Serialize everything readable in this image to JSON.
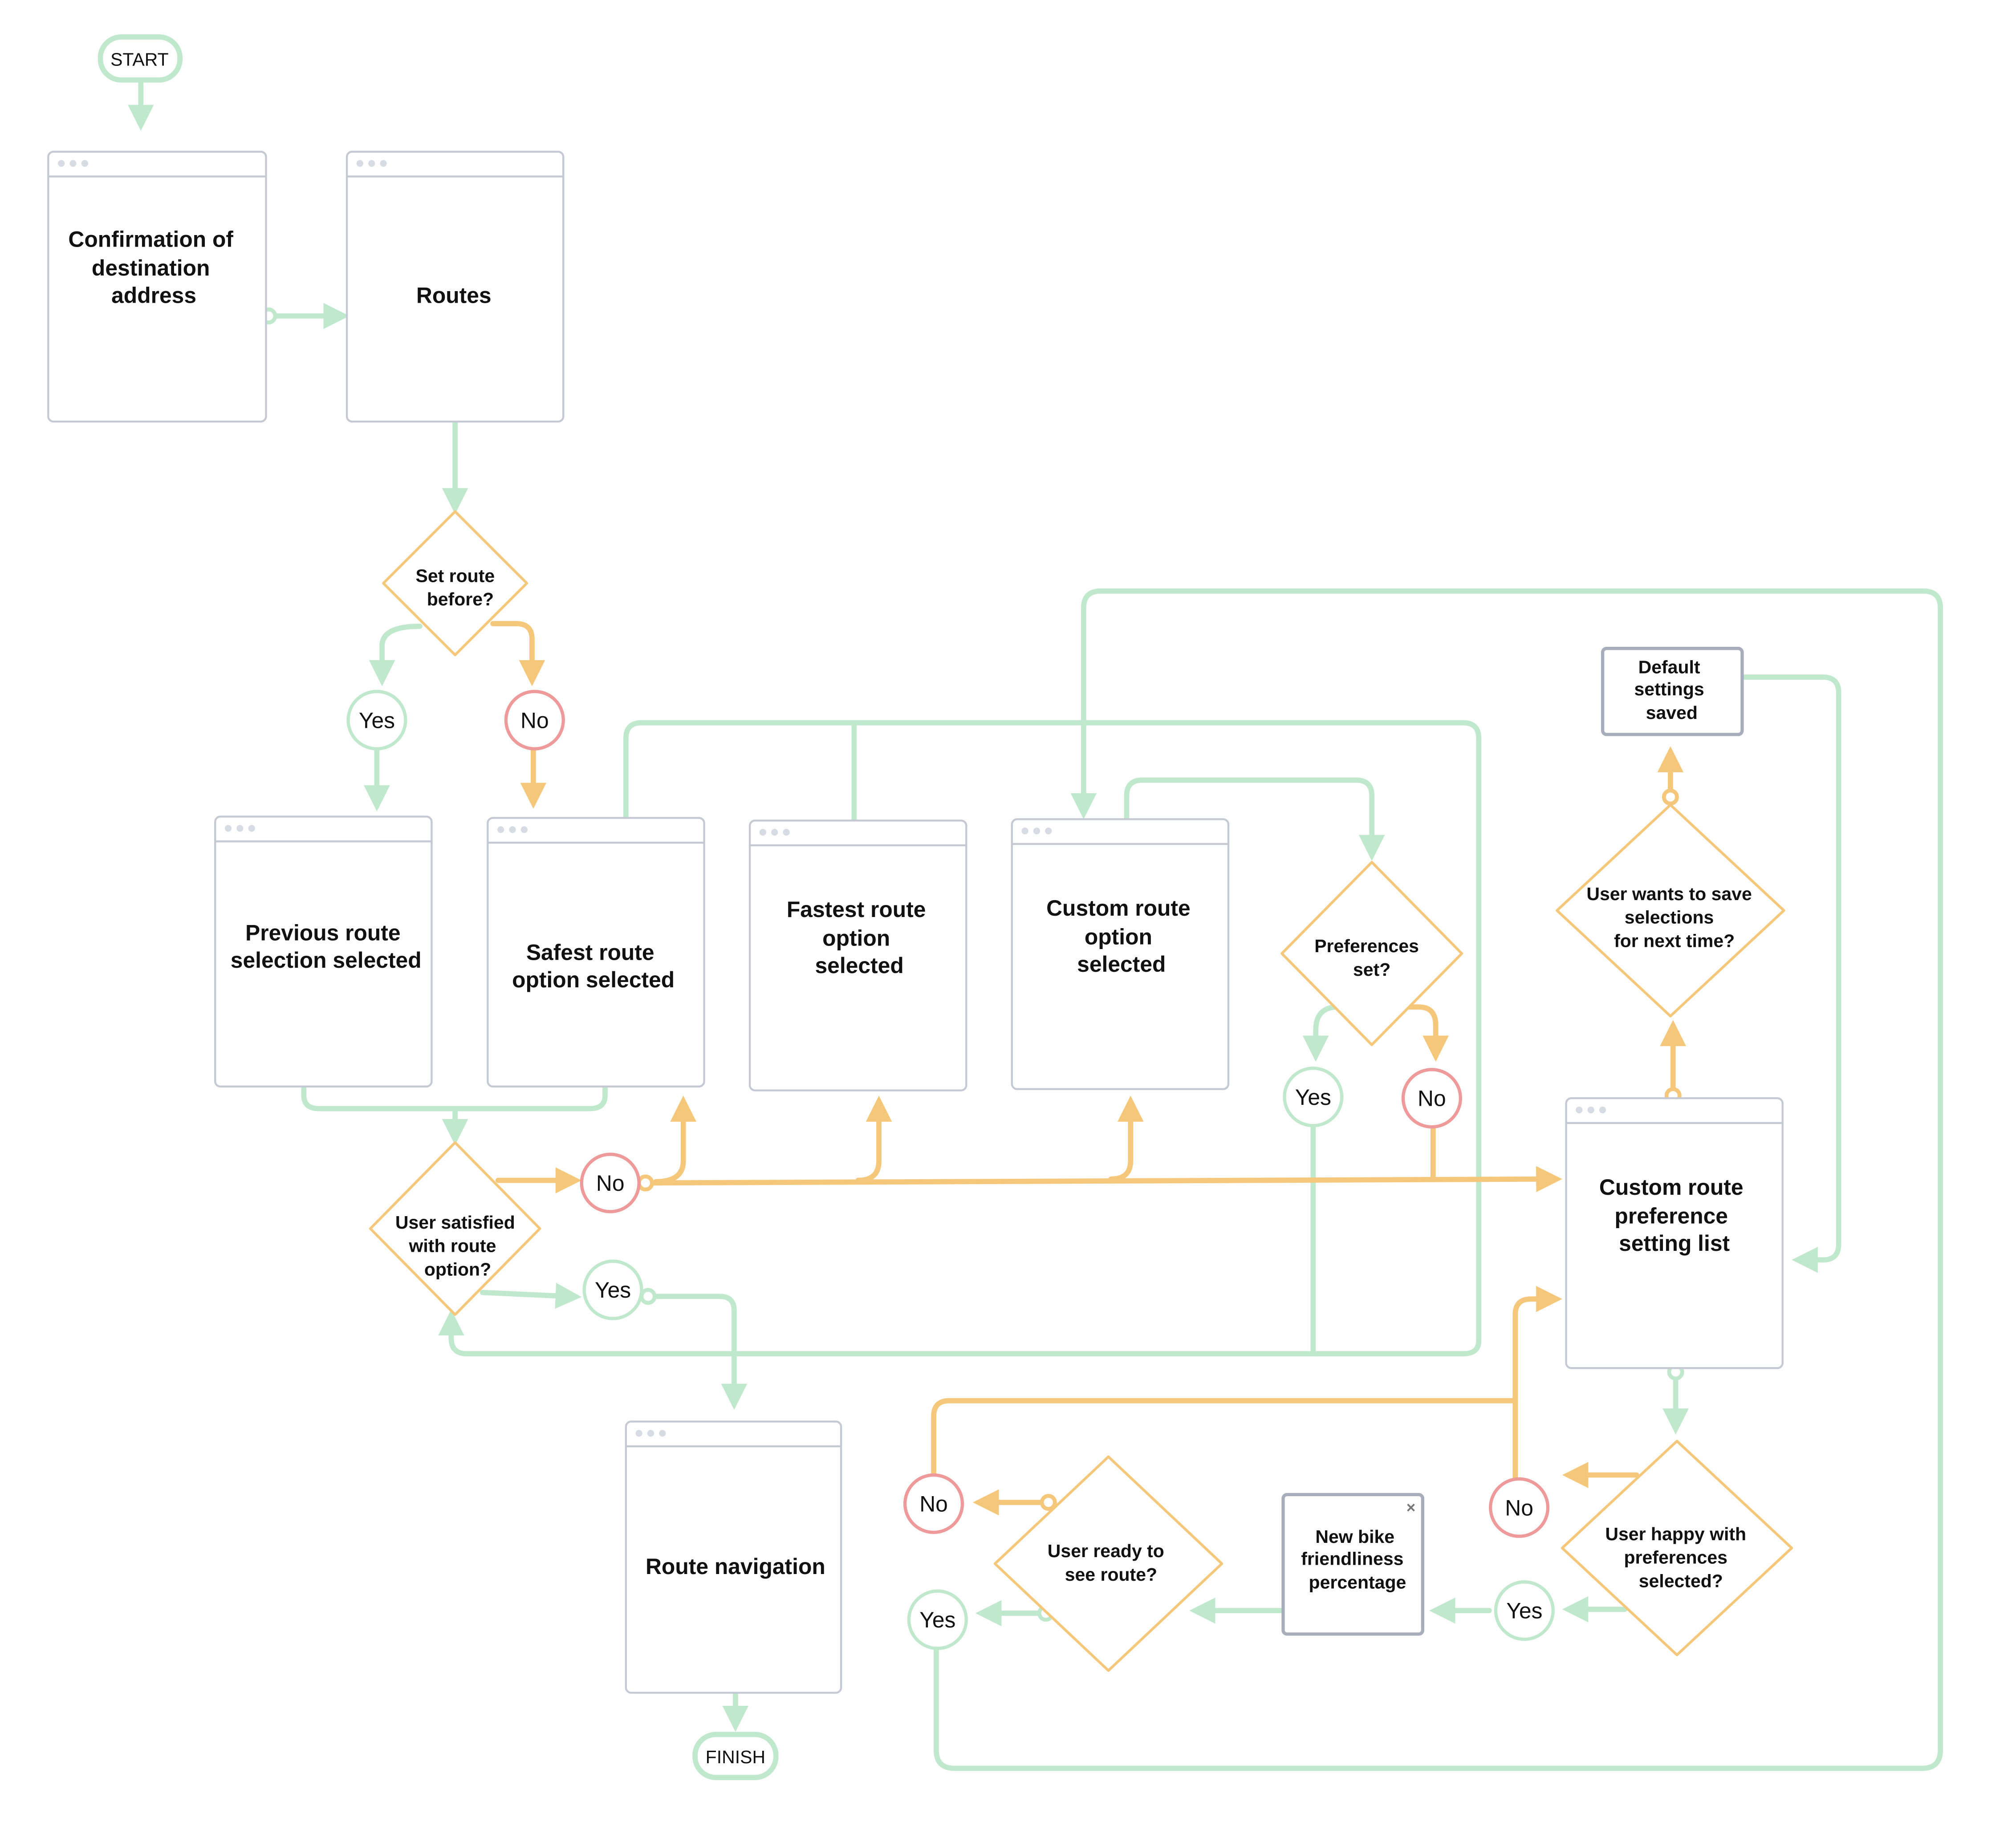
{
  "colors": {
    "green": "#bfe8cc",
    "yellow": "#f5c77a",
    "red": "#ef9a9a",
    "frame": "#c4c9d4",
    "note": "#a7adba",
    "dots": "#d6dbe4",
    "text": "#111111"
  },
  "terminals": {
    "start": "START",
    "finish": "FINISH"
  },
  "screens": {
    "confirmation": [
      "Confirmation of",
      "destination",
      "address"
    ],
    "routes": [
      "Routes"
    ],
    "previous": [
      "Previous route",
      "selection selected"
    ],
    "safest": [
      "Safest route",
      "option selected"
    ],
    "fastest": [
      "Fastest route",
      "option",
      "selected"
    ],
    "custom": [
      "Custom route",
      "option",
      "selected"
    ],
    "preference_list": [
      "Custom route",
      "preference",
      "setting list"
    ],
    "navigation": [
      "Route navigation"
    ]
  },
  "decisions": {
    "set_route": [
      "Set route",
      "before?"
    ],
    "satisfied": [
      "User satisfied",
      "with route",
      "option?"
    ],
    "preferences_set": [
      "Preferences",
      "set?"
    ],
    "save_selections": [
      "User wants to save",
      "selections",
      "for next time?"
    ],
    "happy": [
      "User happy with",
      "preferences",
      "selected?"
    ],
    "ready": [
      "User ready to",
      "see route?"
    ]
  },
  "notes": {
    "default_saved": [
      "Default",
      "settings",
      "saved"
    ],
    "bike_friendliness": [
      "New bike",
      "friendliness",
      "percentage"
    ],
    "close_icon": "×"
  },
  "answers": {
    "yes": "Yes",
    "no": "No"
  }
}
